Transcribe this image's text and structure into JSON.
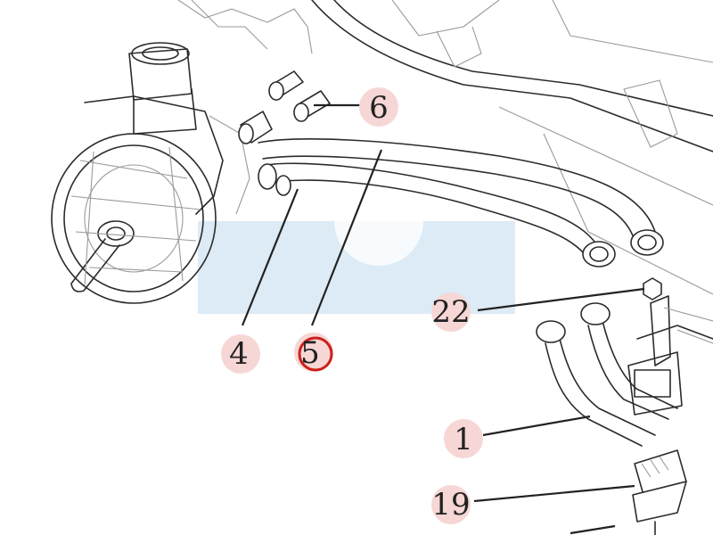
{
  "diagram": {
    "callouts": [
      {
        "id": "6",
        "label": "6"
      },
      {
        "id": "4",
        "label": "4"
      },
      {
        "id": "5",
        "label": "5",
        "highlighted": true
      },
      {
        "id": "22",
        "label": "22"
      },
      {
        "id": "1",
        "label": "1"
      },
      {
        "id": "19",
        "label": "19"
      }
    ],
    "colors": {
      "callout_bubble": "#f6d7d5",
      "highlight_ring": "#cc1f1a",
      "watermark": "#dcebf5",
      "line_art": "#2b2b2b"
    }
  }
}
